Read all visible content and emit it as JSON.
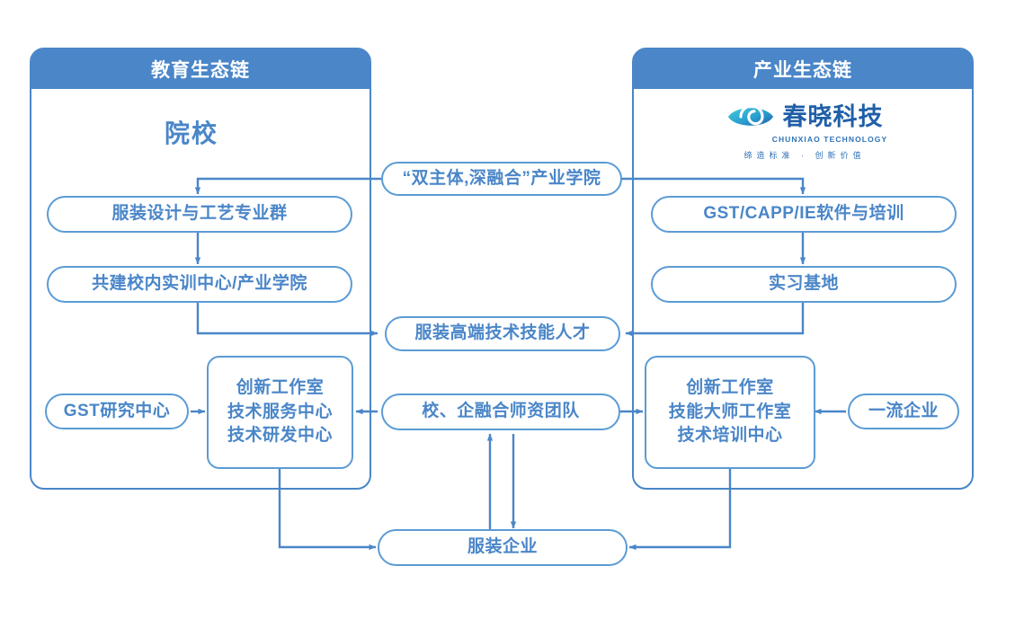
{
  "panels": {
    "left": {
      "title": "教育生态链",
      "heading": "院校"
    },
    "right": {
      "title": "产业生态链"
    }
  },
  "logo": {
    "name_cn": "春晓科技",
    "name_en": "CHUNXIAO TECHNOLOGY",
    "tagline": "缔造标准 · 创新价值",
    "mark": "eye-swirl-logo-icon",
    "colors": {
      "gradient_start": "#3fc3d6",
      "gradient_end": "#1f5fa8",
      "text": "#1f5fa8"
    }
  },
  "nodes": {
    "industry_college": "“双主体,深融合”产业学院",
    "left_major_group": "服装设计与工艺专业群",
    "left_training_center": "共建校内实训中心/产业学院",
    "right_software": "GST/CAPP/IE软件与培训",
    "right_internship": "实习基地",
    "talent": "服装高端技术技能人才",
    "gst_research": "GST研究中心",
    "left_centers": [
      "创新工作室",
      "技术服务中心",
      "技术研发中心"
    ],
    "teacher_team": "校、企融合师资团队",
    "right_centers": [
      "创新工作室",
      "技能大师工作室",
      "技术培训中心"
    ],
    "top_enterprise": "一流企业",
    "garment_enterprise": "服装企业"
  },
  "colors": {
    "panel_border": "#4a86c8",
    "panel_header_bg": "#4a86c8",
    "panel_header_text": "#ffffff",
    "node_border": "#5b9bd5",
    "node_text": "#4a86c8",
    "connector": "#4a86c8",
    "background": "#ffffff"
  }
}
